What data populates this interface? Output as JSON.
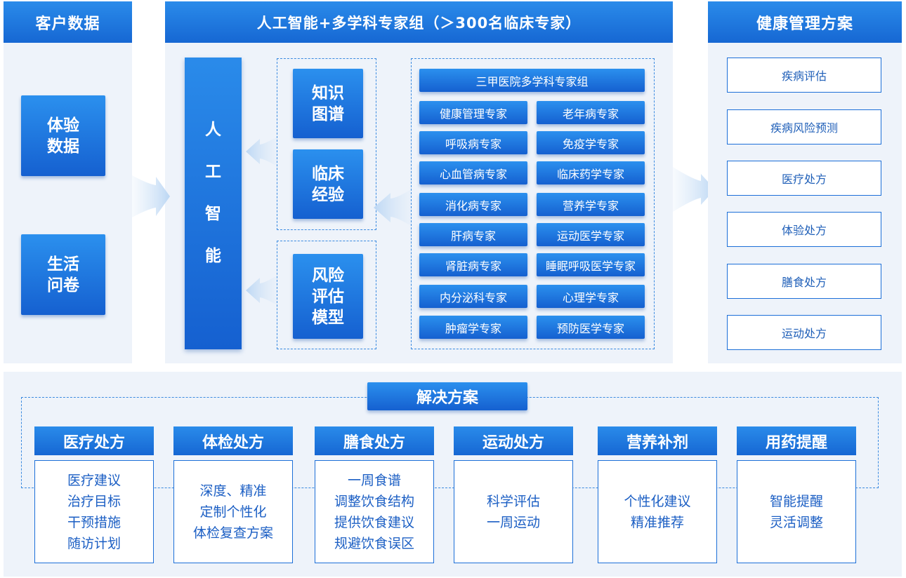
{
  "customer": {
    "title": "客户数据",
    "items": [
      [
        "体验",
        "数据"
      ],
      [
        "生活",
        "问卷"
      ]
    ]
  },
  "experts": {
    "title": "人工智能+多学科专家组（＞300名临床专家）",
    "ai_chars": [
      "人",
      "工",
      "智",
      "能"
    ],
    "knowledge": [
      [
        "知识",
        "图谱"
      ],
      [
        "临床",
        "经验"
      ]
    ],
    "risk_model": [
      "风险",
      "评估",
      "模型"
    ],
    "group_title": "三甲医院多学科专家组",
    "group": [
      "健康管理专家",
      "老年病专家",
      "呼吸病专家",
      "免疫学专家",
      "心血管病专家",
      "临床药学专家",
      "消化病专家",
      "营养学专家",
      "肝病专家",
      "运动医学专家",
      "肾脏病专家",
      "睡眠呼吸医学专家",
      "内分泌科专家",
      "心理学专家",
      "肿瘤学专家",
      "预防医学专家"
    ]
  },
  "health_plan": {
    "title": "健康管理方案",
    "items": [
      "疾病评估",
      "疾病风险预测",
      "医疗处方",
      "体验处方",
      "膳食处方",
      "运动处方"
    ]
  },
  "solution": {
    "title": "解决方案",
    "cards": [
      {
        "title": "医疗处方",
        "lines": [
          "医疗建议",
          "治疗目标",
          "干预措施",
          "随访计划"
        ]
      },
      {
        "title": "体检处方",
        "lines": [
          "深度、精准",
          "定制个性化",
          "体检复查方案"
        ]
      },
      {
        "title": "膳食处方",
        "lines": [
          "一周食谱",
          "调整饮食结构",
          "提供饮食建议",
          "规避饮食误区"
        ]
      },
      {
        "title": "运动处方",
        "lines": [
          "科学评估",
          "一周运动"
        ]
      },
      {
        "title": "营养补剂",
        "lines": [
          "个性化建议",
          "精准推荐"
        ]
      },
      {
        "title": "用药提醒",
        "lines": [
          "智能提醒",
          "灵活调整"
        ]
      }
    ]
  },
  "colors": {
    "primary": "#1a74de",
    "panel": "#eef3fa",
    "text_blue": "#1c5fc4"
  }
}
